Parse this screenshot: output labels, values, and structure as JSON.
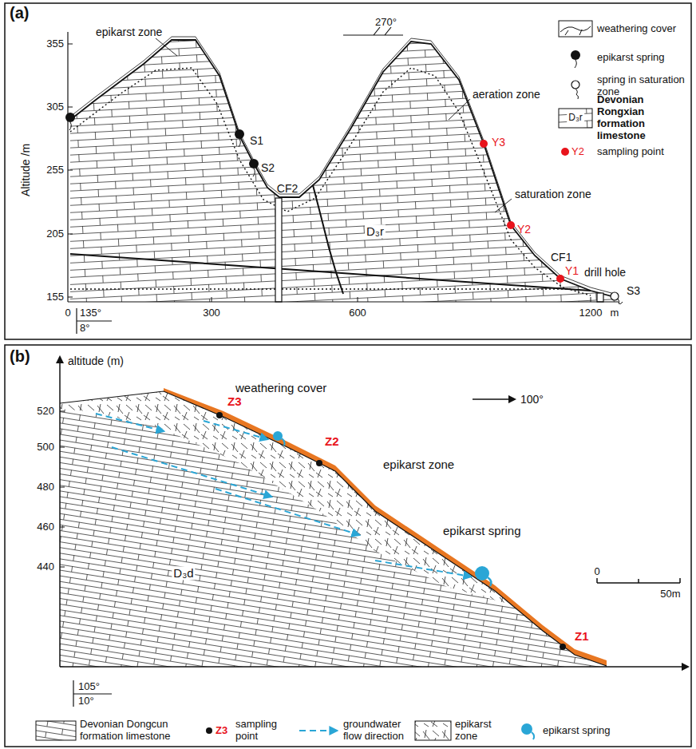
{
  "diagram": {
    "labels": [
      "(a)",
      "355",
      "305",
      "255",
      "205",
      "155",
      "Altitude /m",
      "0",
      "300",
      "600",
      "1200",
      "m",
      "135°",
      "8°",
      "270°",
      "epikarst zone",
      "S1",
      "S2",
      "CF2",
      "aeration zone",
      "Y3",
      "saturation zone",
      "Y2",
      "CF1",
      "drill hole",
      "Y1",
      "S3",
      "D₃r",
      "Y2",
      "D₃r",
      "(b)",
      "altitude (m)",
      "520",
      "500",
      "480",
      "460",
      "440",
      "100°",
      "weathering cover",
      "Z3",
      "Z2",
      "epikarst zone",
      "epikarst spring",
      "0",
      "50m",
      "D₃d",
      "105°",
      "10°",
      "Z1",
      "Z3"
    ],
    "legend": [
      {
        "text": "weathering cover"
      },
      {
        "text": "epikarst spring"
      },
      {
        "text": "spring in saturation zone"
      },
      {
        "text": "Devonian Rongxian formation limestone"
      },
      {
        "text": "sampling point",
        "color": "#e8141c"
      },
      {
        "text": "Devonian Dongcun formation limestone"
      },
      {
        "text": "sampling point",
        "color": "#111111"
      },
      {
        "text": "groundwater flow direction"
      },
      {
        "text": "epikarst zone"
      },
      {
        "text": "epikarst spring"
      }
    ]
  }
}
